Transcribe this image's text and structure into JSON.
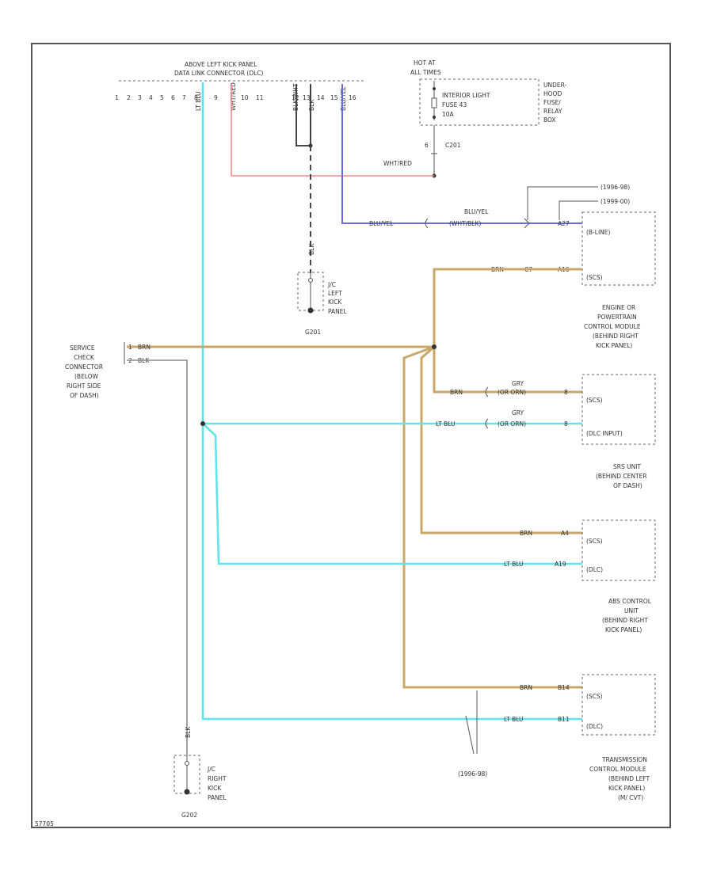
{
  "connector_top": {
    "title_line1": "ABOVE LEFT KICK PANEL",
    "title_line2": "DATA LINK CONNECTOR (DLC)",
    "pins": [
      "1",
      "2",
      "3",
      "4",
      "5",
      "6",
      "7",
      "8",
      "9",
      "10",
      "11",
      "12",
      "13",
      "14",
      "15",
      "16"
    ],
    "pin7_wire": "LT BLU",
    "pin9_wire": "WHT/RED",
    "pin12_wire": "BLK/WHT",
    "pin13_wire": "BLK",
    "pin16_wire": "BLU/YEL"
  },
  "hot_at": {
    "line1": "HOT AT",
    "line2": "ALL TIMES",
    "fuse_line1": "INTERIOR LIGHT",
    "fuse_line2": "FUSE 43",
    "fuse_line3": "10A",
    "box_line1": "UNDER-",
    "box_line2": "HOOD",
    "box_line3": "FUSE/",
    "box_line4": "RELAY",
    "box_line5": "BOX",
    "conn_pin": "6",
    "conn_name": "C201",
    "wire": "WHT/RED"
  },
  "bluyel": {
    "wire_left": "BLU/YEL",
    "wire_top": "BLU/YEL",
    "wire_bottom": "(WHT/BLK)",
    "pin": "A27",
    "year1": "(1996-98)",
    "year2": "(1999-00)"
  },
  "ecm": {
    "wire": "BRN",
    "pin": "A16",
    "pin_mid": "C7",
    "label_bline": "(B-LINE)",
    "label_scs": "(SCS)",
    "name_line1": "ENGINE OR",
    "name_line2": "POWERTRAIN",
    "name_line3": "CONTROL MODULE",
    "name_line4": "(BEHIND RIGHT",
    "name_line5": "KICK PANEL)"
  },
  "ground_left": {
    "wire": "BLK",
    "label_line1": "J/C",
    "label_line2": "LEFT",
    "label_line3": "KICK",
    "label_line4": "PANEL",
    "name": "G201"
  },
  "service_check": {
    "line1": "SERVICE",
    "line2": "CHECK",
    "line3": "CONNECTOR",
    "line4": "(BELOW",
    "line5": "RIGHT SIDE",
    "line6": "OF DASH)",
    "pin1": "1",
    "pin1_wire": "BRN",
    "pin2": "2",
    "pin2_wire": "BLK"
  },
  "srs": {
    "wire1": "BRN",
    "wire1_alt_top": "GRY",
    "wire1_alt": "(OR ORN)",
    "pin1": "8",
    "wire2": "LT BLU",
    "wire2_alt_top": "GRY",
    "wire2_alt": "(OR ORN)",
    "pin2": "8",
    "label_scs": "(SCS)",
    "label_dlc": "(DLC INPUT)",
    "name_line1": "SRS UNIT",
    "name_line2": "(BEHIND CENTER",
    "name_line3": "OF DASH)"
  },
  "abs": {
    "wire1": "BRN",
    "pin1": "A4",
    "wire2": "LT BLU",
    "pin2": "A19",
    "label_scs": "(SCS)",
    "label_dlc": "(DLC)",
    "name_line1": "ABS CONTROL",
    "name_line2": "UNIT",
    "name_line3": "(BEHIND RIGHT",
    "name_line4": "KICK PANEL)"
  },
  "tcm": {
    "wire1": "BRN",
    "pin1": "B14",
    "wire2": "LT BLU",
    "pin2": "B11",
    "label_scs": "(SCS)",
    "label_dlc": "(DLC)",
    "year": "(1996-98)",
    "name_line1": "TRANSMISSION",
    "name_line2": "CONTROL MODULE",
    "name_line3": "(BEHIND LEFT",
    "name_line4": "KICK PANEL)",
    "name_line5": "(M/ CVT)"
  },
  "ground_right": {
    "wire": "BLK",
    "label_line1": "J/C",
    "label_line2": "RIGHT",
    "label_line3": "KICK",
    "label_line4": "PANEL",
    "name": "G202"
  },
  "figure_id": "57705"
}
